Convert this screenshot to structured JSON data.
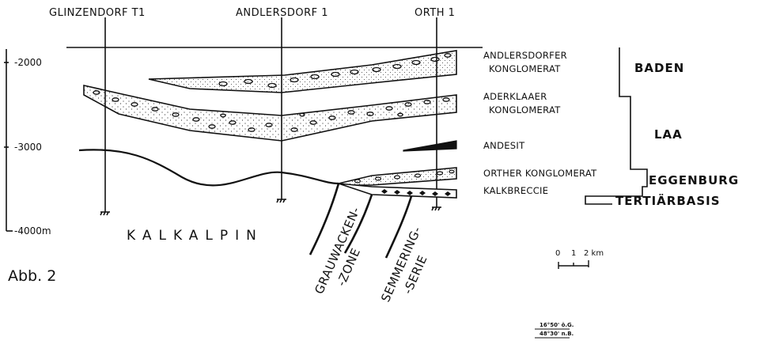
{
  "wells": [
    "GLINZENDORF T1",
    "ANDLERSDORF 1",
    "ORTH 1"
  ],
  "depth_axis": [
    "-2000",
    "-3000",
    "-4000m"
  ],
  "units": {
    "andlersdorfer_1": "ANDLERSDORFER",
    "andlersdorfer_2": "KONGLOMERAT",
    "aderklaaer_1": "ADERKLAAER",
    "aderklaaer_2": "KONGLOMERAT",
    "andesit": "ANDESIT",
    "orther": "ORTHER KONGLOMERAT",
    "kalkbreccie": "KALKBRECCIE"
  },
  "stages": [
    "BADEN",
    "LAA",
    "EGGENBURG",
    "TERTIÄRBASIS"
  ],
  "basement": {
    "kalkalpin": "KALKALPIN",
    "grauwacken_1": "GRAUWACKEN-",
    "grauwacken_2": "-ZONE",
    "semmering_1": "SEMMERING-",
    "semmering_2": "-SERIE"
  },
  "figure_label": "Abb. 2",
  "scale_bar": {
    "ticks": [
      "0",
      "1",
      "2 km"
    ]
  },
  "location_stamp": [
    "16°50' ö.G.",
    "48°30' n.B."
  ]
}
